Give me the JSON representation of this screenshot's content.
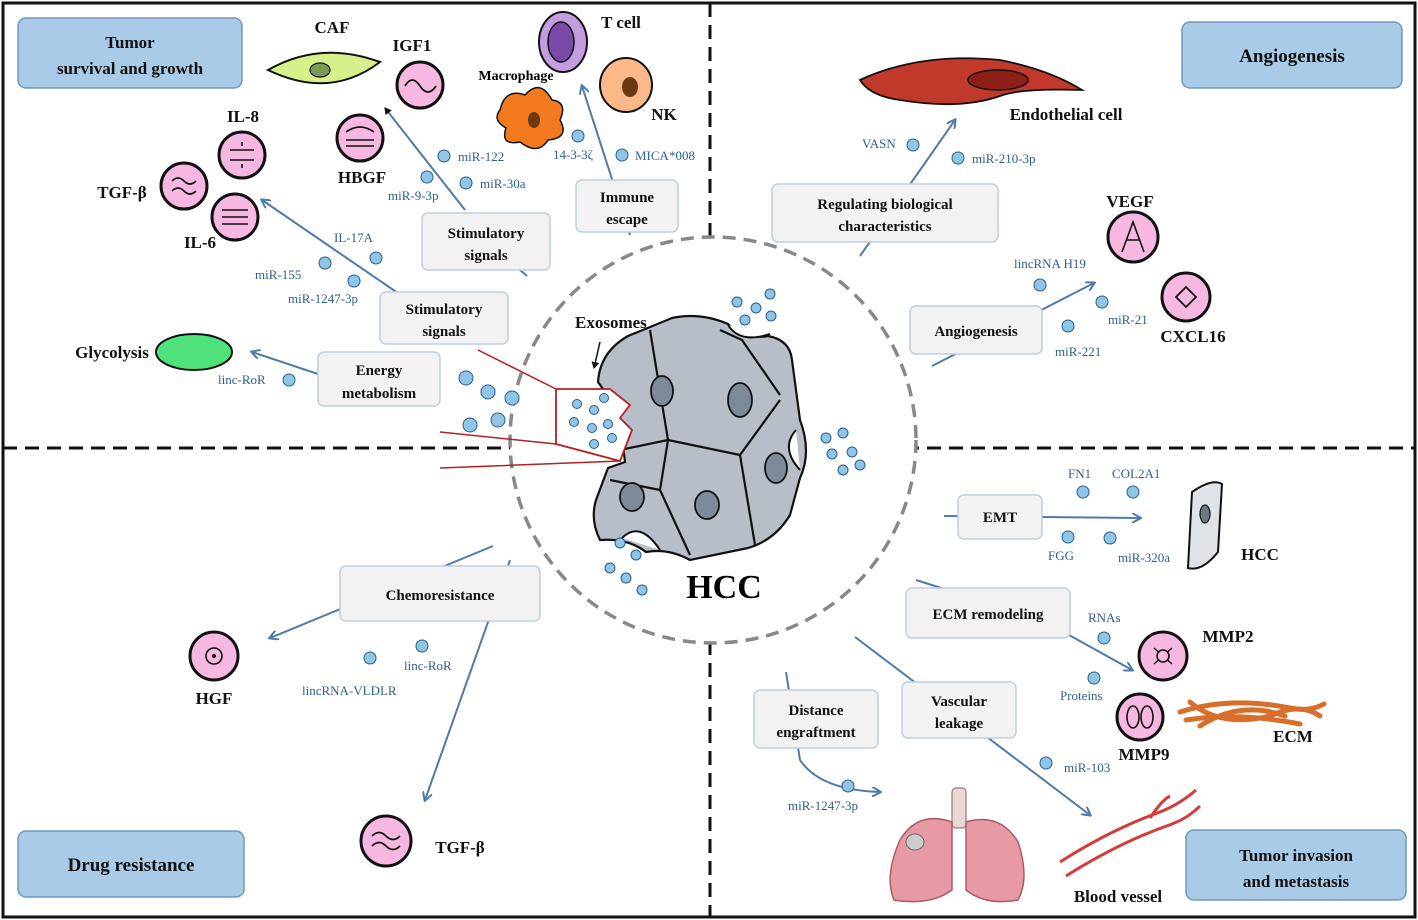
{
  "quadrants": {
    "tumor_survival": {
      "line1": "Tumor",
      "line2": "survival and growth"
    },
    "angiogenesis": {
      "title": "Angiogenesis"
    },
    "drug_resistance": {
      "title": "Drug resistance"
    },
    "invasion": {
      "line1": "Tumor invasion",
      "line2": "and metastasis"
    }
  },
  "center": {
    "hcc": "HCC",
    "exosomes": "Exosomes"
  },
  "mechanisms": {
    "stim1": {
      "line1": "Stimulatory",
      "line2": "signals"
    },
    "stim2": {
      "line1": "Stimulatory",
      "line2": "signals"
    },
    "immune": {
      "line1": "Immune",
      "line2": "escape"
    },
    "energy": {
      "line1": "Energy",
      "line2": "metabolism"
    },
    "regulating": {
      "line1": "Regulating biological",
      "line2": "characteristics"
    },
    "angio": {
      "label": "Angiogenesis"
    },
    "chemo": {
      "label": "Chemoresistance"
    },
    "emt": {
      "label": "EMT"
    },
    "ecm": {
      "label": "ECM  remodeling"
    },
    "vascular": {
      "line1": "Vascular",
      "line2": "leakage"
    },
    "distance": {
      "line1": "Distance",
      "line2": "engraftment"
    }
  },
  "molecules": {
    "mir122": "miR-122",
    "mir30a": "miR-30a",
    "mir93p": "miR-9-3p",
    "m1433": "14-3-3ζ",
    "mica": "MICA*008",
    "il17a": "IL-17A",
    "mir155": "miR-155",
    "mir1247": "miR-1247-3p",
    "lincror": "linc-RoR",
    "vasn": "VASN",
    "mir2103p": "miR-210-3p",
    "lincrnah19": "lincRNA H19",
    "mir21": "miR-21",
    "mir221": "miR-221",
    "lincror2": "linc-RoR",
    "lincvldlr": "lincRNA-VLDLR",
    "fn1": "FN1",
    "col2a1": "COL2A1",
    "fgg": "FGG",
    "mir320a": "miR-320a",
    "rnas": "RNAs",
    "proteins": "Proteins",
    "mir103": "miR-103",
    "mir1247b": "miR-1247-3p"
  },
  "targets": {
    "caf": "CAF",
    "igf1": "IGF1",
    "tcell": "T cell",
    "macrophage": "Macrophage",
    "nk": "NK",
    "hbgf": "HBGF",
    "il8": "IL-8",
    "tgfb": "TGF-β",
    "il6": "IL-6",
    "glycolysis": "Glycolysis",
    "endothelial": "Endothelial cell",
    "vegf": "VEGF",
    "cxcl16": "CXCL16",
    "hgf": "HGF",
    "tgfb2": "TGF-β",
    "hcc_cell": "HCC",
    "mmp2": "MMP2",
    "mmp9": "MMP9",
    "ecm": "ECM",
    "blood_vessel": "Blood vessel"
  },
  "colors": {
    "quadrant_box": "#a9cbe8",
    "mech_box": "#f2f2f2",
    "arrow": "#4e7ba7",
    "vesicle": "#8ec5e8",
    "cytokine": "#f6b8e0",
    "cell": "#b7bec7",
    "nucleus": "#7d8a9a"
  }
}
